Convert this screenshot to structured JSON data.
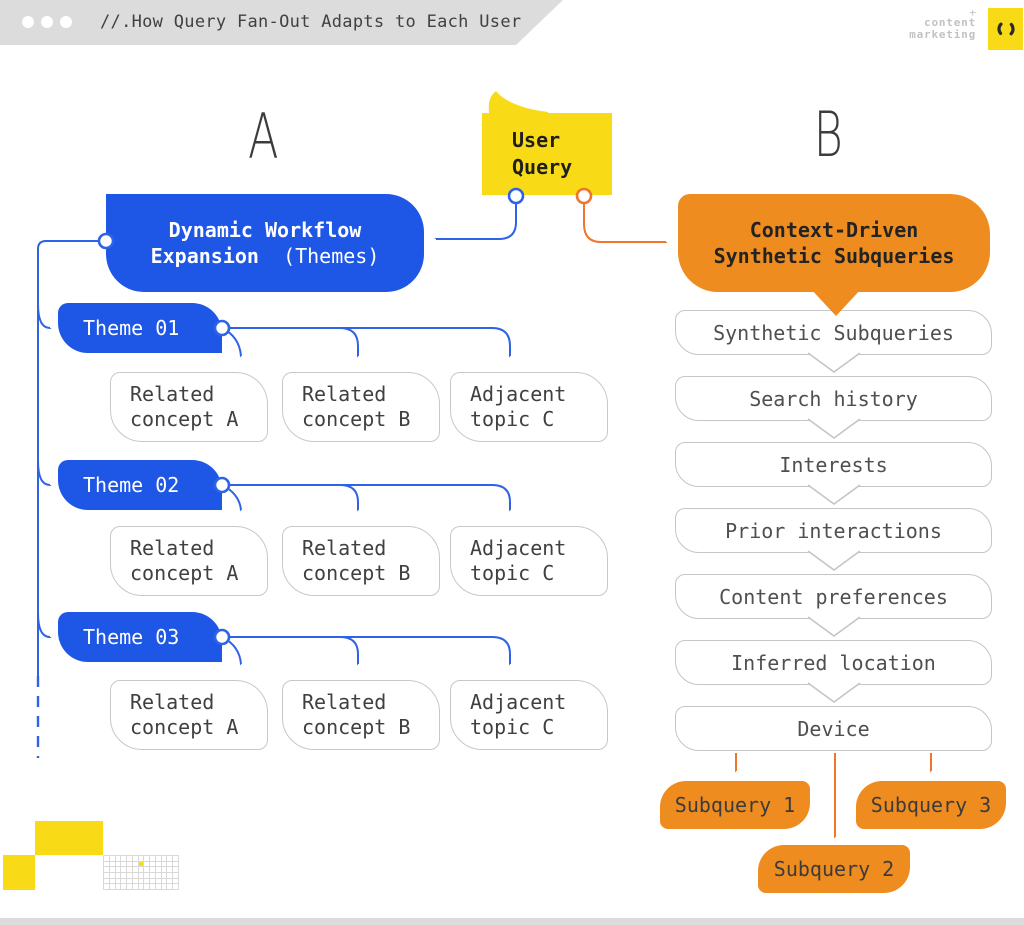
{
  "header": {
    "title": "//.How Query Fan-Out Adapts to Each User",
    "brand": {
      "plus": "+",
      "line1": "content",
      "line2": "marketing"
    }
  },
  "labels": {
    "branch_a": "A",
    "branch_b": "B"
  },
  "user_query": {
    "label": "User Query"
  },
  "branch_a": {
    "workflow": {
      "line1": "Dynamic Workflow",
      "line2_bold": "Expansion",
      "line2_rest": "(Themes)"
    },
    "themes": [
      {
        "label": "Theme 01",
        "children": [
          "Related concept A",
          "Related concept B",
          "Adjacent topic C"
        ]
      },
      {
        "label": "Theme 02",
        "children": [
          "Related concept A",
          "Related concept B",
          "Adjacent topic C"
        ]
      },
      {
        "label": "Theme 03",
        "children": [
          "Related concept A",
          "Related concept B",
          "Adjacent topic C"
        ]
      }
    ]
  },
  "branch_b": {
    "context": {
      "line1": "Context-Driven",
      "line2": "Synthetic Subqueries"
    },
    "signals": [
      "Synthetic Subqueries",
      "Search history",
      "Interests",
      "Prior interactions",
      "Content preferences",
      "Inferred location",
      "Device"
    ],
    "subqueries": [
      "Subquery 1",
      "Subquery 2",
      "Subquery 3"
    ]
  },
  "colors": {
    "blue": "#1e56e6",
    "wire_blue": "#2e63e8",
    "orange": "#ee8c1f",
    "wire_orange": "#f0742a",
    "yellow": "#f8da16",
    "header_gray": "#dcdcdc",
    "border_gray": "#c8c8c8"
  }
}
